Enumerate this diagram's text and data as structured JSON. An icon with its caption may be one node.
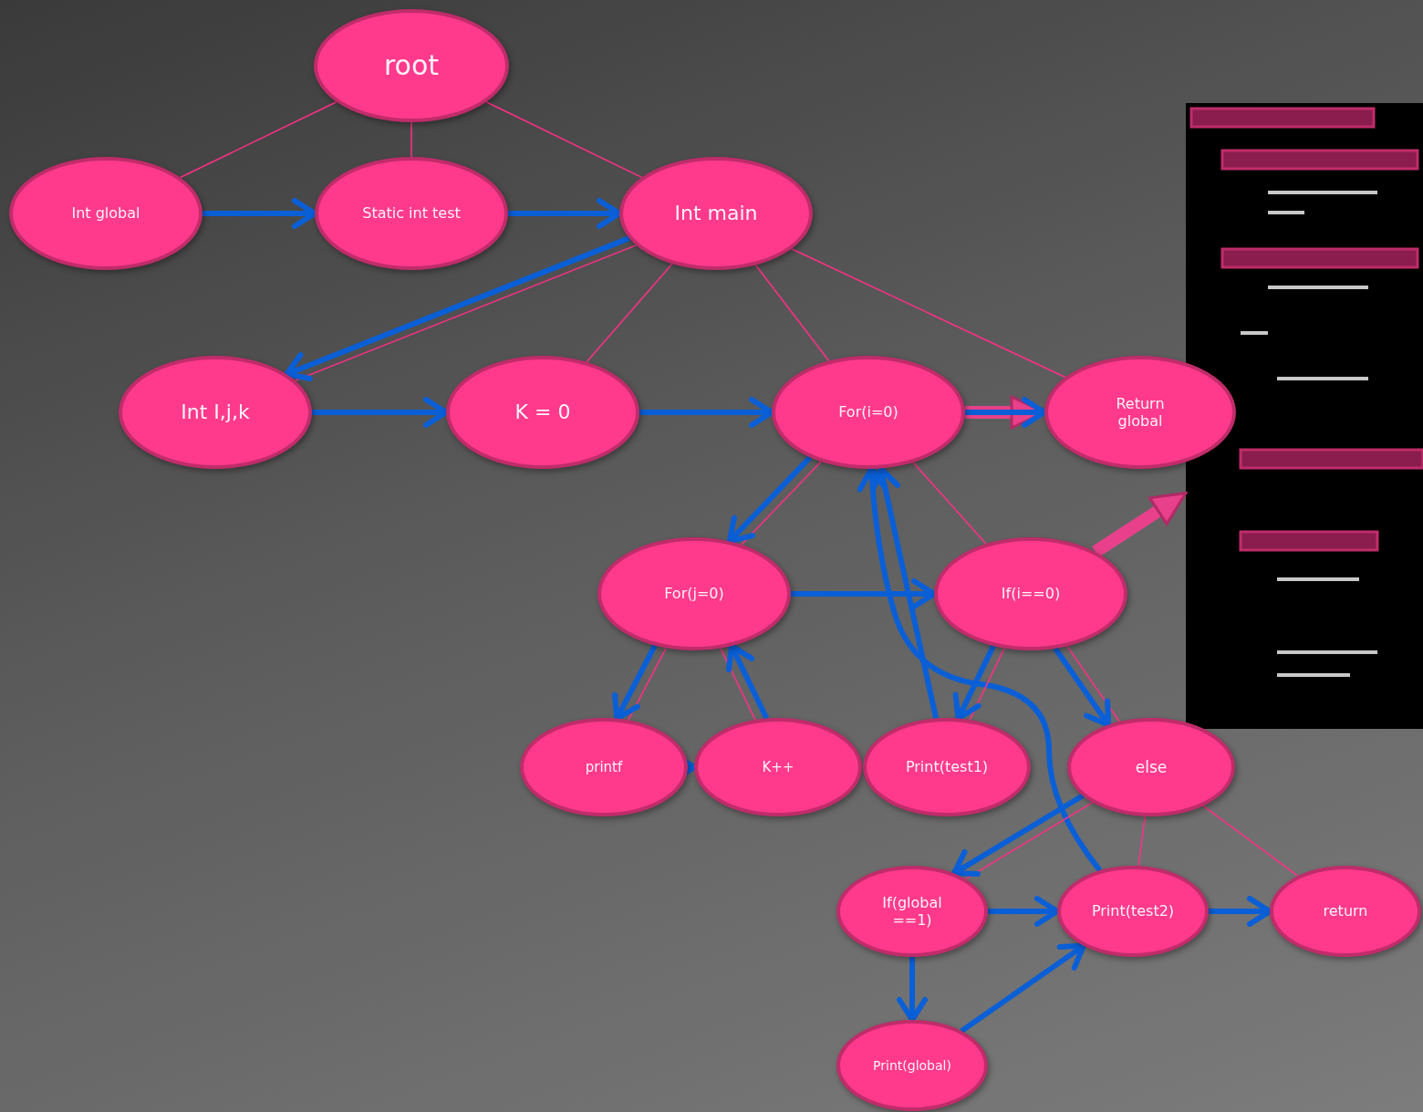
{
  "diagram": {
    "nodes": [
      {
        "text": [
          "root"
        ]
      },
      {
        "text": [
          "Int global"
        ]
      },
      {
        "text": [
          "Static int test"
        ]
      },
      {
        "text": [
          "Int main"
        ]
      },
      {
        "text": [
          "Int I,j,k"
        ]
      },
      {
        "text": [
          "K = 0"
        ]
      },
      {
        "text": [
          "For(i=0)"
        ]
      },
      {
        "text": [
          "Return global"
        ]
      },
      {
        "text": [
          "For(j=0)"
        ]
      },
      {
        "text": [
          "If(i==0)"
        ]
      },
      {
        "text": [
          "printf"
        ]
      },
      {
        "text": [
          "K++"
        ]
      },
      {
        "text": [
          "Print(test1)"
        ]
      },
      {
        "text": [
          "else"
        ]
      },
      {
        "text": [
          "If(global ==1)"
        ]
      },
      {
        "text": [
          "Print(test2)"
        ]
      },
      {
        "text": [
          "return"
        ]
      },
      {
        "text": [
          "Print(global)"
        ]
      },
      {
        "text": [],
        "shape": "picture"
      }
    ],
    "edges": [
      {
        "from": 0,
        "to": 1,
        "arrow": "none",
        "color": "#ff2f86"
      },
      {
        "from": 0,
        "to": 2,
        "arrow": "none",
        "color": "#ff2f86"
      },
      {
        "from": 0,
        "to": 3,
        "arrow": "none",
        "color": "#ff2f86"
      },
      {
        "from": 1,
        "to": 2,
        "arrow": "to"
      },
      {
        "from": 2,
        "to": 3,
        "arrow": "to"
      },
      {
        "from": 3,
        "to": 4,
        "arrow": "none",
        "color": "#ff2f86"
      },
      {
        "from": 3,
        "to": 5,
        "arrow": "none",
        "color": "#ff2f86"
      },
      {
        "from": 3,
        "to": 6,
        "arrow": "none",
        "color": "#ff2f86"
      },
      {
        "from": 3,
        "to": 7,
        "arrow": "none",
        "color": "#ff2f86"
      },
      {
        "from": 3,
        "to": 4,
        "arrow": "to"
      },
      {
        "from": 4,
        "to": 5,
        "arrow": "to"
      },
      {
        "from": 5,
        "to": 6,
        "arrow": "to"
      },
      {
        "from": 6,
        "to": 7,
        "arrow": "to",
        "style": "thick",
        "color": "#e8408a"
      },
      {
        "from": 6,
        "to": 7,
        "arrow": "to"
      },
      {
        "from": 6,
        "to": 8,
        "arrow": "none",
        "color": "#ff2f86"
      },
      {
        "from": 6,
        "to": 9,
        "arrow": "none",
        "color": "#ff2f86"
      },
      {
        "from": 6,
        "to": 8,
        "arrow": "to"
      },
      {
        "from": 8,
        "to": 9,
        "arrow": "to"
      },
      {
        "from": 9,
        "to": 18,
        "arrow": "to",
        "style": "thick",
        "color": "#e8408a"
      },
      {
        "from": 8,
        "to": 10,
        "arrow": "none",
        "color": "#ff2f86"
      },
      {
        "from": 8,
        "to": 11,
        "arrow": "none",
        "color": "#ff2f86"
      },
      {
        "from": 8,
        "to": 10,
        "arrow": "to"
      },
      {
        "from": 10,
        "to": 11,
        "arrow": "to"
      },
      {
        "from": 11,
        "to": 8,
        "arrow": "to"
      },
      {
        "from": 12,
        "to": 6,
        "arrow": "to"
      },
      {
        "from": 15,
        "to": 6,
        "arrow": "to"
      },
      {
        "from": 9,
        "to": 12,
        "arrow": "none",
        "color": "#ff2f86"
      },
      {
        "from": 9,
        "to": 13,
        "arrow": "none",
        "color": "#ff2f86"
      },
      {
        "from": 9,
        "to": 12,
        "arrow": "to"
      },
      {
        "from": 9,
        "to": 13,
        "arrow": "to"
      },
      {
        "from": 13,
        "to": 14,
        "arrow": "none",
        "color": "#ff2f86"
      },
      {
        "from": 13,
        "to": 15,
        "arrow": "none",
        "color": "#ff2f86"
      },
      {
        "from": 13,
        "to": 16,
        "arrow": "none",
        "color": "#ff2f86"
      },
      {
        "from": 13,
        "to": 14,
        "arrow": "to"
      },
      {
        "from": 14,
        "to": 15,
        "arrow": "to"
      },
      {
        "from": 14,
        "to": 17,
        "arrow": "to"
      },
      {
        "from": 17,
        "to": 15,
        "arrow": "to"
      },
      {
        "from": 15,
        "to": 16,
        "arrow": "to"
      }
    ]
  }
}
